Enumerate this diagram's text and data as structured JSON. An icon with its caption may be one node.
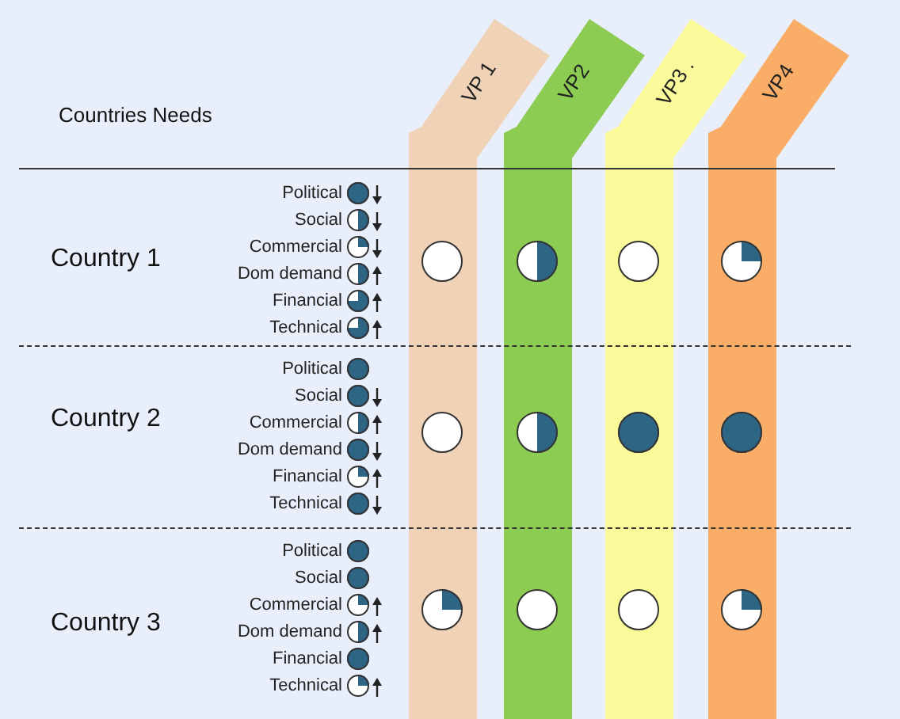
{
  "diagram": {
    "nodes": [
      {
        "text": [
          "VP 1"
        ]
      },
      {
        "text": [
          "VP2"
        ]
      },
      {
        "text": [
          "VP3 ."
        ]
      },
      {
        "text": [
          "VP4"
        ]
      }
    ],
    "labels": [
      "Countries Needs",
      "Country 1",
      "Political",
      "Social",
      "Commercial",
      "Dom demand",
      "Financial",
      "Technical",
      "Country 2",
      "Political",
      "Social",
      "Commercial",
      "Dom demand",
      "Financial",
      "Technical",
      "Country 3",
      "Political",
      "Social",
      "Commercial",
      "Dom demand",
      "Financial",
      "Technical"
    ]
  }
}
